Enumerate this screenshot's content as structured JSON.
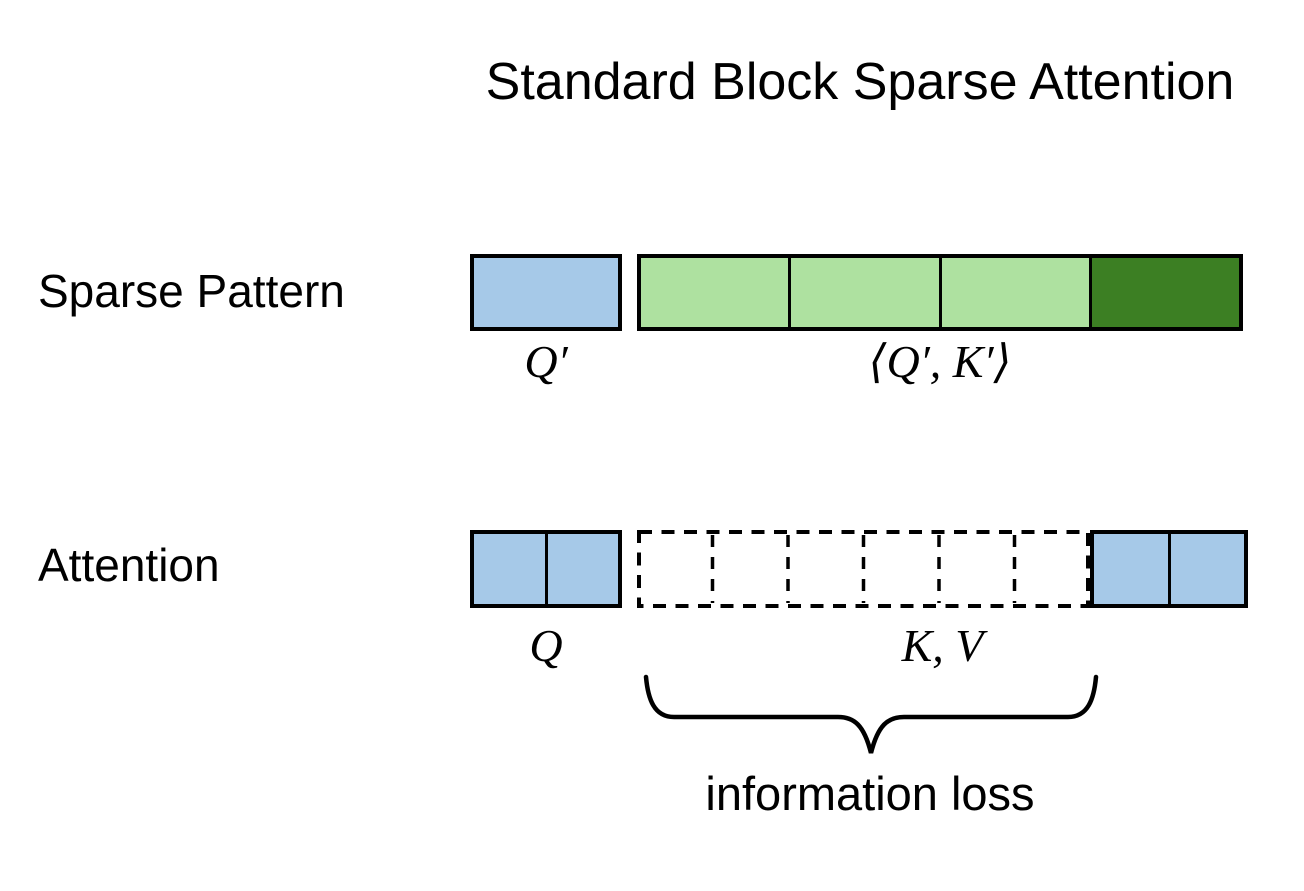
{
  "title": "Standard Block Sparse Attention",
  "colors": {
    "blue": "#a6c9e8",
    "light_green": "#aee1a0",
    "dark_green": "#3c7f23",
    "outline": "#000000"
  },
  "sparse_pattern_row": {
    "label": "Sparse Pattern",
    "query_block_label": "Q′",
    "similarity_label": "⟨Q′, K′⟩",
    "query_cells": [
      "blue"
    ],
    "score_cells": [
      "light_green",
      "light_green",
      "light_green",
      "dark_green"
    ]
  },
  "attention_row": {
    "label": "Attention",
    "query_label": "Q",
    "kv_label": "K, V",
    "query_cells": [
      "blue",
      "blue"
    ],
    "skipped_kv_cells": 6,
    "attended_kv_cells": [
      "blue",
      "blue"
    ],
    "annotation": "information loss"
  }
}
